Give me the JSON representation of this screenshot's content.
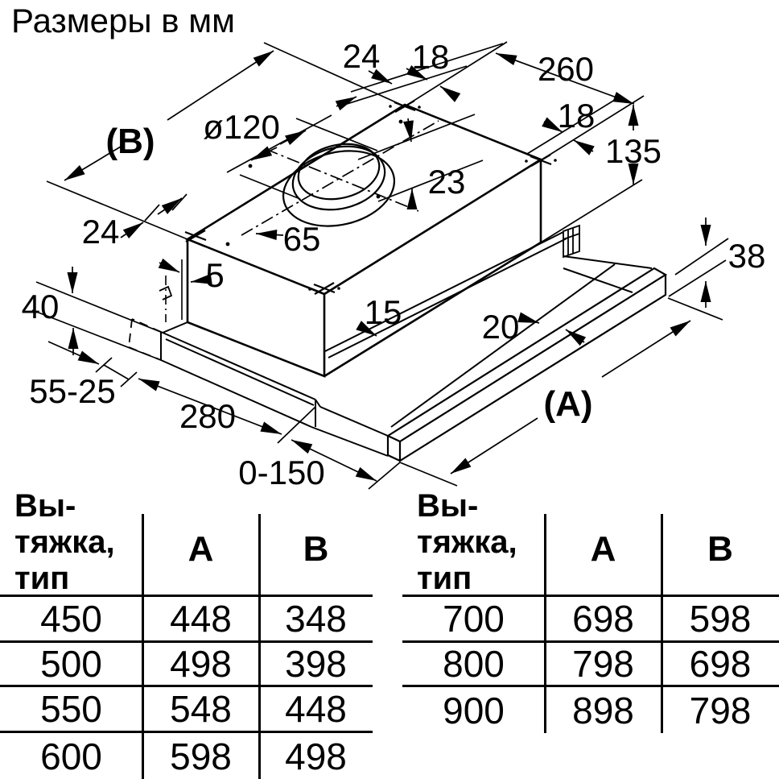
{
  "title": "Размеры в мм",
  "diagram": {
    "labels": {
      "view_b": "(B)",
      "view_a": "(A)",
      "top_24": "24",
      "top_18": "18",
      "depth_260": "260",
      "right_18": "18",
      "height_135": "135",
      "hole_dia": "ø120",
      "hole_offset_23": "23",
      "hole_offset_65": "65",
      "left_24": "24",
      "gap_5": "5",
      "height_40": "40",
      "lip_15": "15",
      "handle_gap_20": "20",
      "handle_height_38": "38",
      "wall_range_55_25": "55-25",
      "base_depth_280": "280",
      "travel_0_150": "0-150"
    }
  },
  "tables": {
    "left": {
      "header": {
        "type_lines": [
          "Вы-",
          "тяжка,",
          "тип"
        ],
        "col_a": "A",
        "col_b": "B"
      },
      "rows": [
        [
          "450",
          "448",
          "348"
        ],
        [
          "500",
          "498",
          "398"
        ],
        [
          "550",
          "548",
          "448"
        ],
        [
          "600",
          "598",
          "498"
        ]
      ]
    },
    "right": {
      "header": {
        "type_lines": [
          "Вы-",
          "тяжка,",
          "тип"
        ],
        "col_a": "A",
        "col_b": "B"
      },
      "rows": [
        [
          "700",
          "698",
          "598"
        ],
        [
          "800",
          "798",
          "698"
        ],
        [
          "900",
          "898",
          "798"
        ]
      ]
    }
  }
}
